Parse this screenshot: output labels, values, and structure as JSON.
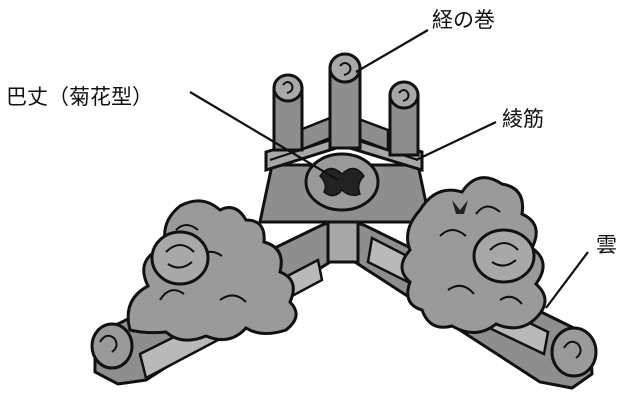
{
  "labels": {
    "kyo_no_maki": "経の巻",
    "tomoe_mon": "巴丈（菊花型）",
    "ryosuji": "綾筋",
    "kumo": "雲"
  },
  "colors": {
    "roof_fill": "#8e8e8e",
    "roof_light": "#a8a8a8",
    "foliage_fill": "#9a9a9a",
    "outline": "#111111",
    "panel_fill": "#b9b9b9",
    "background": "#ffffff"
  }
}
